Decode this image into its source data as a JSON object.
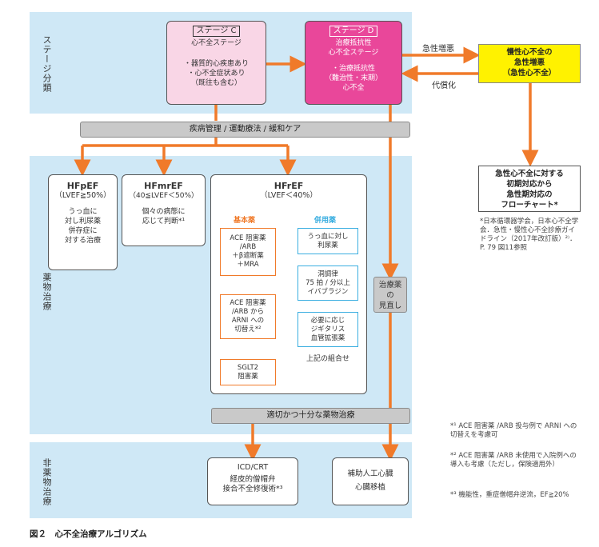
{
  "side_labels": {
    "stage": "ステージ分類",
    "drug": "薬物治療",
    "nondrug": "非薬物治療"
  },
  "stage_c": {
    "tag": "ステージ C",
    "subtitle": "心不全ステージ",
    "items": [
      "・器質的心疾患あり",
      "・心不全症状あり",
      "（既往も含む）"
    ]
  },
  "stage_d": {
    "tag": "ステージ D",
    "subtitle_1": "治療抵抗性",
    "subtitle_2": "心不全ステージ",
    "items": [
      "・治療抵抗性",
      "（難治性・末期）",
      "心不全"
    ]
  },
  "acute_label": "急性増悪",
  "compensation_label": "代償化",
  "acute_box": [
    "慢性心不全の",
    "急性増悪",
    "（急性心不全）"
  ],
  "flowchart_box": [
    "急性心不全に対する",
    "初期対応から",
    "急性期対応の",
    "フローチャート*"
  ],
  "flowchart_ref": "*日本循環器学会，日本心不全学会．急性・慢性心不全診療ガイドライン（2017年改訂版）²⁾．P. 79 図11参照",
  "care_bar": "疾病管理 / 運動療法 / 緩和ケア",
  "hfpef": {
    "title": "HFpEF",
    "criteria": "（LVEF≧50%）",
    "lines": [
      "うっ血に",
      "対し利尿薬",
      "併存症に",
      "対する治療"
    ]
  },
  "hfmref": {
    "title": "HFmrEF",
    "criteria": "（40≦LVEF＜50%）",
    "lines": [
      "個々の病態に",
      "応じて判断*¹"
    ]
  },
  "hfref": {
    "title": "HFrEF",
    "criteria": "（LVEF＜40%）",
    "basic_label": "基本薬",
    "combo_label": "併用薬",
    "basic_1": [
      "ACE 阻害薬",
      "/ARB",
      "＋β遮断薬",
      "＋MRA"
    ],
    "basic_2": [
      "ACE 阻害薬",
      "/ARB から",
      "ARNI への",
      "切替え*²"
    ],
    "basic_3": [
      "SGLT2",
      "阻害薬"
    ],
    "combo_1": [
      "うっ血に対し",
      "利尿薬"
    ],
    "combo_2": [
      "洞調律",
      "75 拍 / 分以上",
      "イバブラジン"
    ],
    "combo_3": [
      "必要に応じ",
      "ジギタリス",
      "血管拡張薬"
    ],
    "combo_note": "上記の組合せ"
  },
  "review_box": [
    "治療薬",
    "の",
    "見直し"
  ],
  "adequate_bar": "適切かつ十分な薬物治療",
  "icd_box": [
    "ICD/CRT",
    "経皮的僧帽弁",
    "接合不全修復術*³"
  ],
  "lvad_box": [
    "補助人工心臓",
    "心臓移植"
  ],
  "footnotes": [
    "*¹ ACE 阻害薬 /ARB 投与例で ARNI への切替えを考慮可",
    "*² ACE 阻害薬 /ARB 未使用で入院例への導入も考慮（ただし，保険適用外）",
    "*³ 機能性，重症僧帽弁逆流，EF≧20%"
  ],
  "caption": "図２　心不全治療アルゴリズム",
  "colors": {
    "orange": "#f07a2a",
    "blue": "#3aaee0",
    "pink_light": "#f9d6e6",
    "pink": "#e9479a",
    "yellow": "#fff200",
    "band": "#cfe8f6"
  }
}
